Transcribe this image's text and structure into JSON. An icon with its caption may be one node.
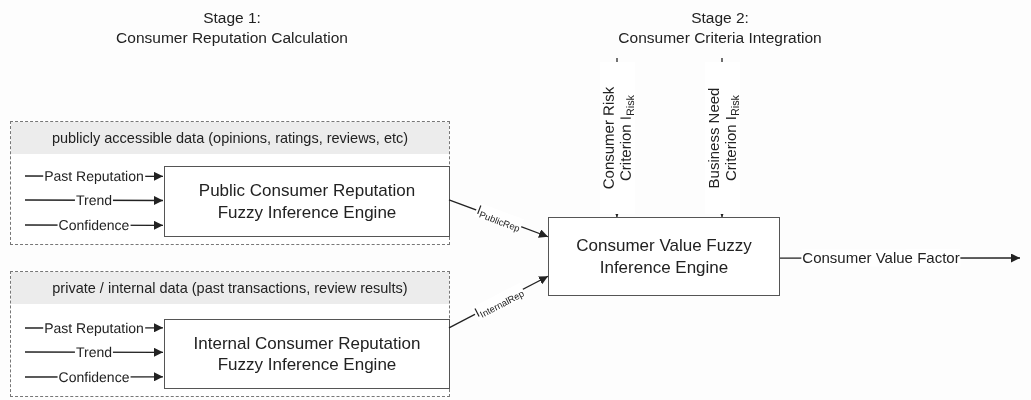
{
  "diagram": {
    "nodes": [
      {
        "text": [
          "publicly accessible data (opinions, ratings, reviews, etc)"
        ]
      },
      {
        "text": [
          "Public Consumer Reputation Fuzzy Inference Engine"
        ],
        "in": 0
      },
      {
        "text": [
          "private / internal data (past transactions, review results)"
        ]
      },
      {
        "text": [
          "Internal Consumer Reputation Fuzzy Inference Engine"
        ],
        "in": 2
      },
      {
        "text": [
          "Consumer Value Fuzzy Inference Engine"
        ]
      }
    ],
    "edges": [
      {
        "from": null,
        "to": 1,
        "arrow": "to",
        "label": "Past Reputation"
      },
      {
        "from": null,
        "to": 1,
        "arrow": "to",
        "label": "Trend"
      },
      {
        "from": null,
        "to": 1,
        "arrow": "to",
        "label": "Confidence"
      },
      {
        "from": null,
        "to": 3,
        "arrow": "to",
        "label": "Past Reputation"
      },
      {
        "from": null,
        "to": 3,
        "arrow": "to",
        "label": "Trend"
      },
      {
        "from": null,
        "to": 3,
        "arrow": "to",
        "label": "Confidence"
      },
      {
        "from": 1,
        "to": 4,
        "arrow": "to",
        "label": "I$_{PublicRep}$"
      },
      {
        "from": 3,
        "to": 4,
        "arrow": "to",
        "label": "I$_{InternalRep}$"
      },
      {
        "from": null,
        "to": 4,
        "arrow": "to",
        "label": "Consumer Risk Criterion I$_{Risk}$"
      },
      {
        "from": null,
        "to": 4,
        "arrow": "to",
        "label": "Business Need Criterion I$_{Risk}$"
      },
      {
        "from": 4,
        "to": null,
        "arrow": "to",
        "label": "Consumer Value Factor"
      }
    ],
    "labels": [
      "Stage 1:",
      "Consumer Reputation Calculation",
      "Stage 2:",
      "Consumer Criteria Integration"
    ]
  }
}
